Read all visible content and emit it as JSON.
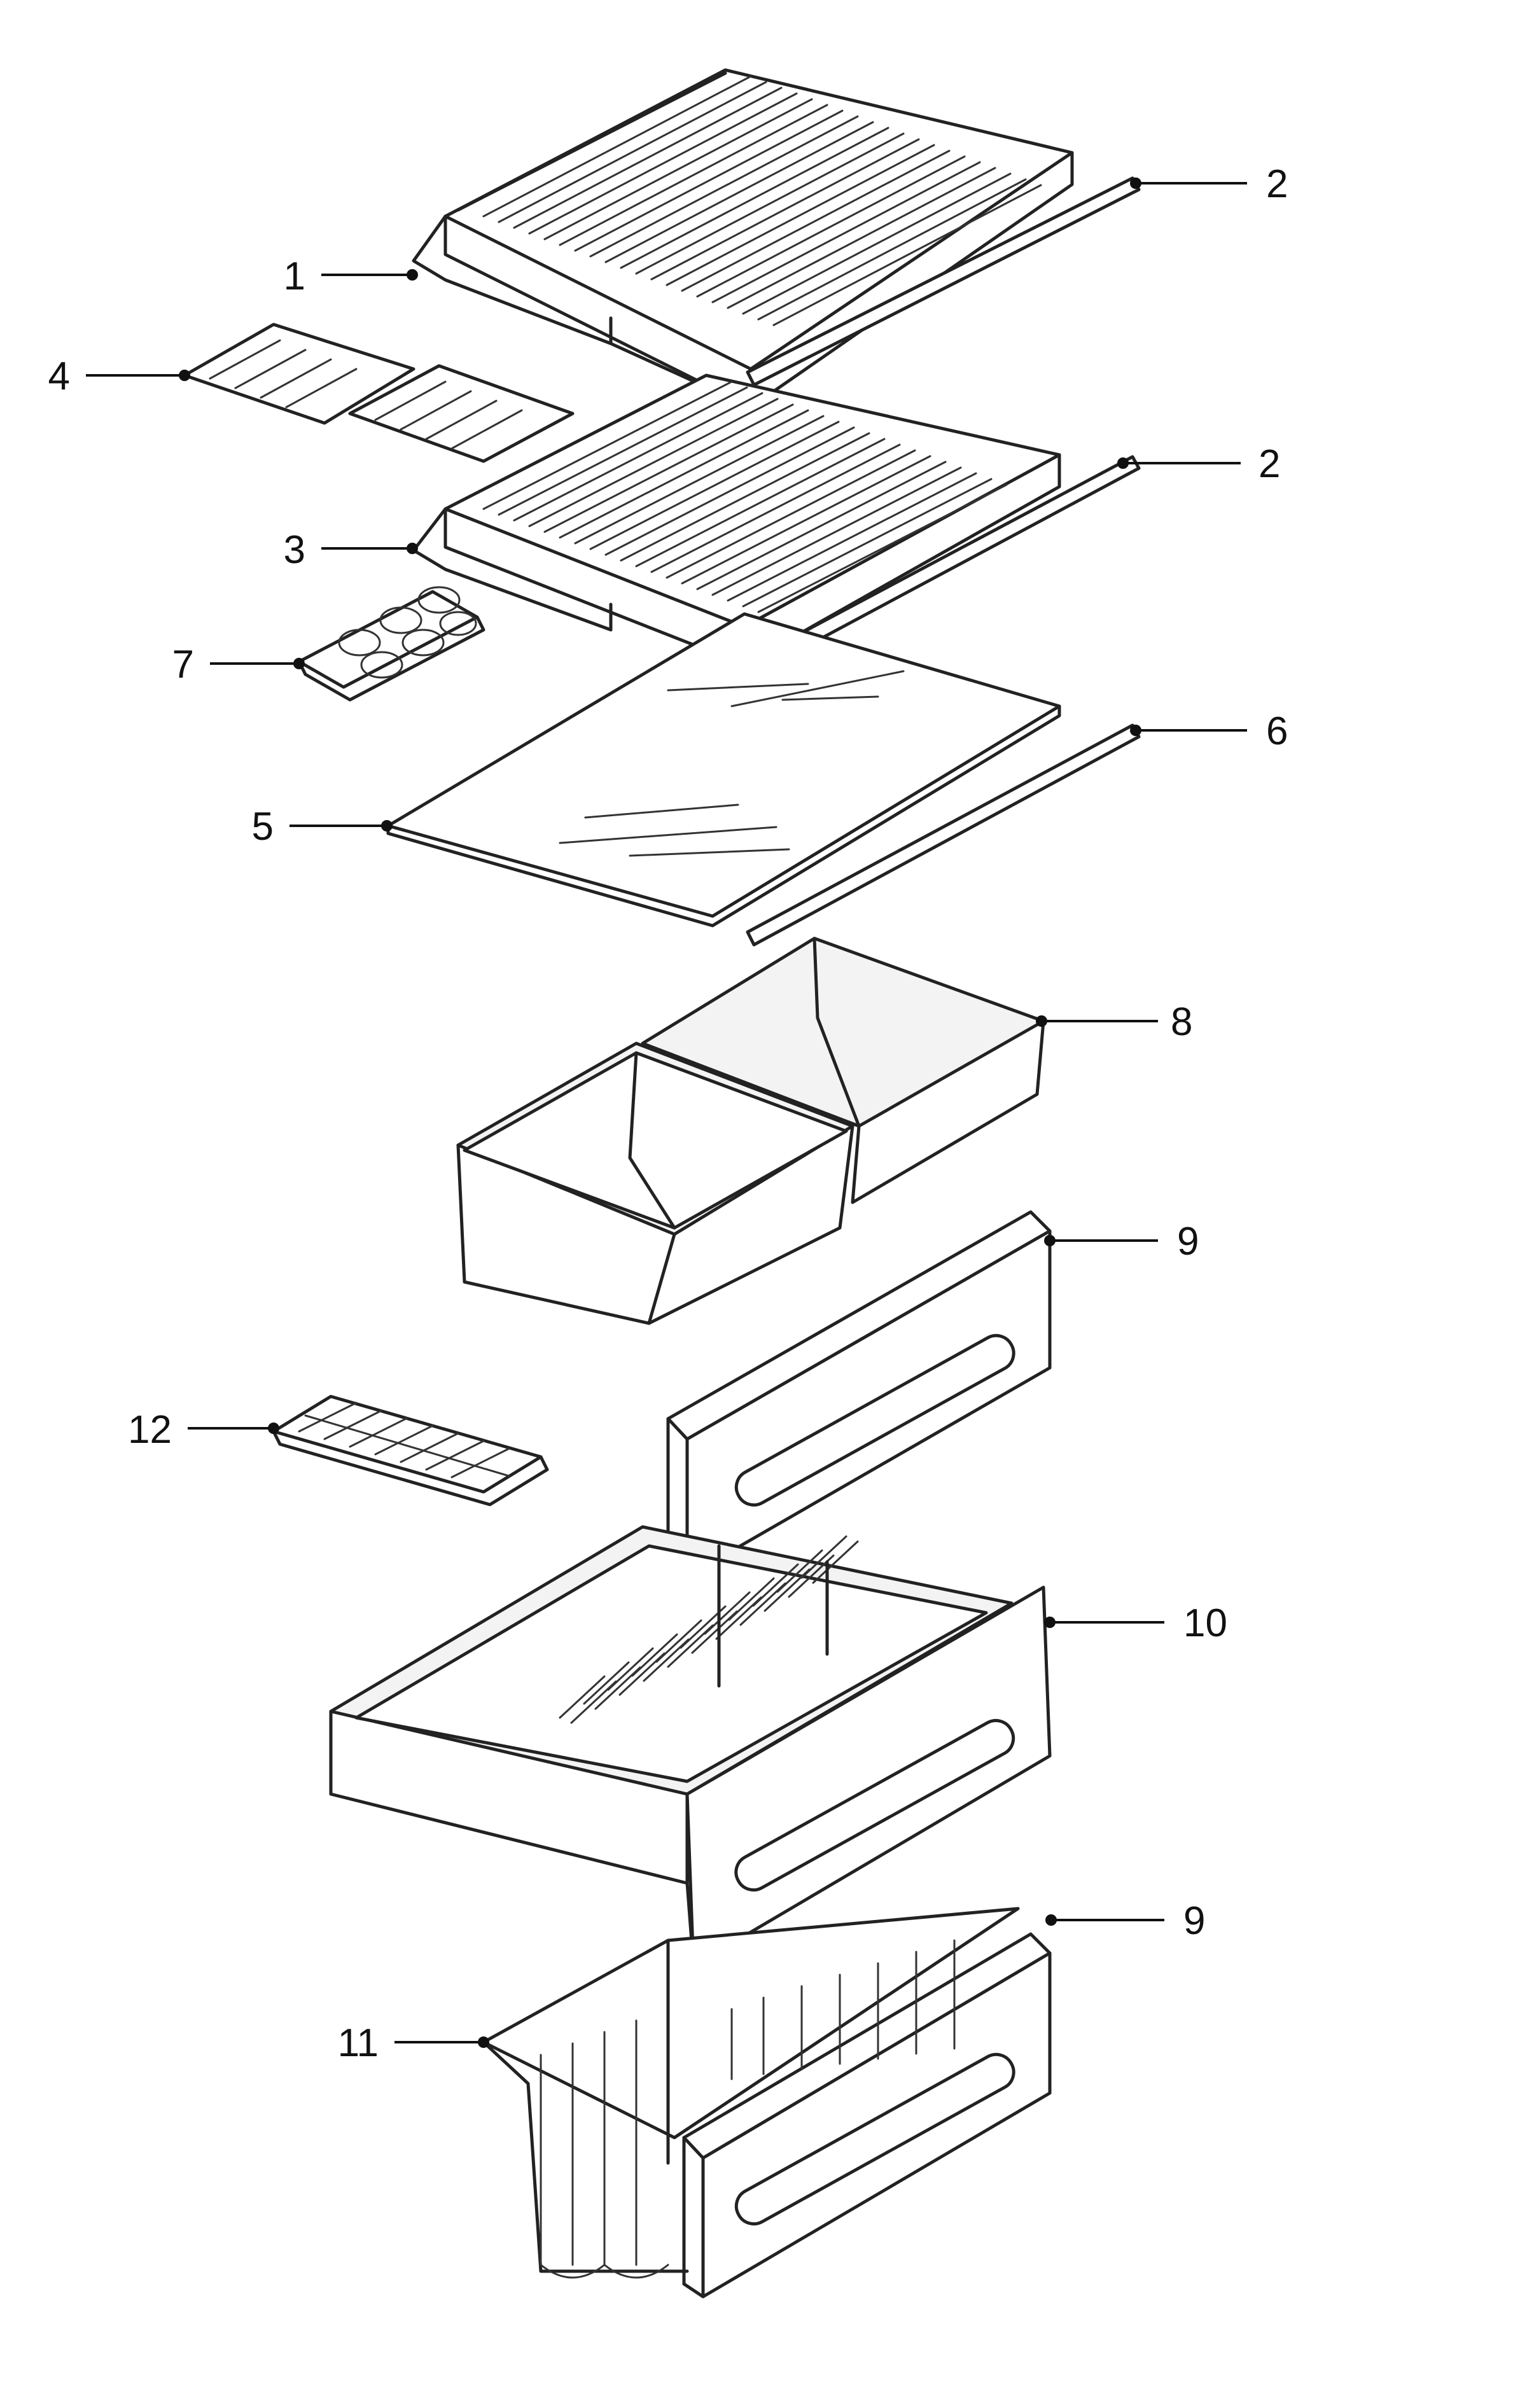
{
  "colors": {
    "ink": "#222222",
    "background": "#ffffff"
  },
  "callouts": [
    {
      "id": "c1",
      "label": "1"
    },
    {
      "id": "c2a",
      "label": "2"
    },
    {
      "id": "c2b",
      "label": "2"
    },
    {
      "id": "c3",
      "label": "3"
    },
    {
      "id": "c4",
      "label": "4"
    },
    {
      "id": "c5",
      "label": "5"
    },
    {
      "id": "c6",
      "label": "6"
    },
    {
      "id": "c7",
      "label": "7"
    },
    {
      "id": "c8",
      "label": "8"
    },
    {
      "id": "c9a",
      "label": "9"
    },
    {
      "id": "c10",
      "label": "10"
    },
    {
      "id": "c11",
      "label": "11"
    },
    {
      "id": "c9b",
      "label": "9"
    },
    {
      "id": "c12",
      "label": "12"
    }
  ]
}
